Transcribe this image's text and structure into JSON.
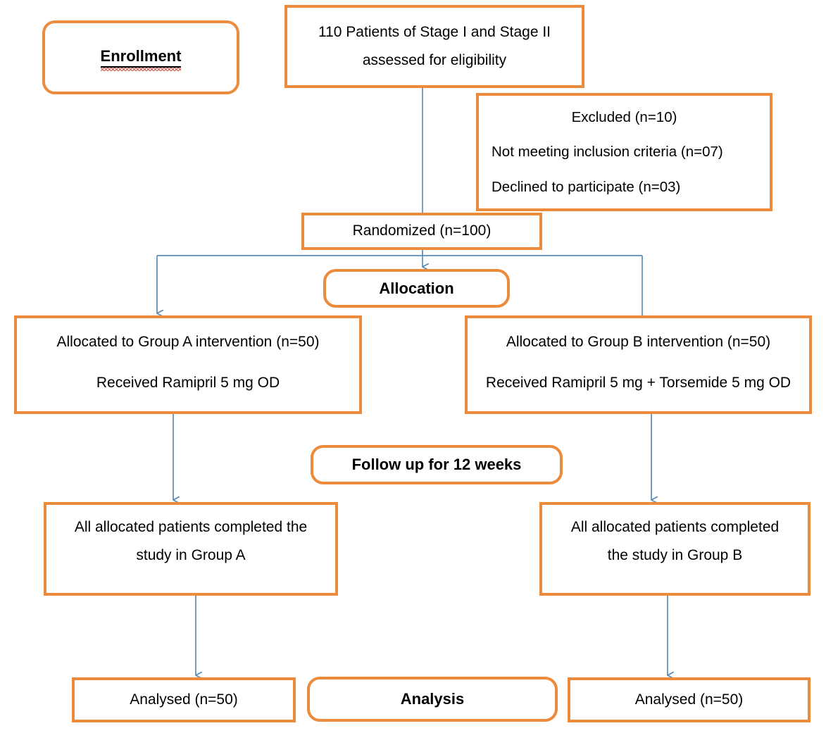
{
  "diagram": {
    "title": "CONSORT participant flow diagram",
    "colors": {
      "box_border": "#ED8B3C",
      "connector": "#5B8CB8",
      "text": "#000000",
      "spellcheck_underline": "#C0392B",
      "background": "#FFFFFF"
    }
  },
  "stages": {
    "enrollment_label": "Enrollment",
    "allocation_label": "Allocation",
    "followup_label": "Follow up for 12 weeks",
    "analysis_label": "Analysis"
  },
  "nodes": {
    "assessed": {
      "lines": [
        "110 Patients of Stage I and Stage II",
        "assessed for eligibility"
      ],
      "count": 110
    },
    "excluded": {
      "heading": "Excluded (n=10)",
      "reasons": [
        "Not meeting inclusion criteria (n=07)",
        "Declined to participate (n=03)"
      ],
      "count": 10
    },
    "randomized": {
      "label": "Randomized (n=100)",
      "count": 100
    },
    "group_a_allocation": {
      "lines": [
        "Allocated to Group A intervention (n=50)",
        "Received Ramipril 5 mg OD"
      ],
      "count": 50
    },
    "group_b_allocation": {
      "lines": [
        "Allocated to Group B intervention (n=50)",
        "Received Ramipril 5 mg + Torsemide 5 mg OD"
      ],
      "count": 50
    },
    "group_a_completed": {
      "lines": [
        "All allocated patients completed the",
        "study in Group A"
      ]
    },
    "group_b_completed": {
      "lines": [
        "All allocated patients completed",
        "the study in Group B"
      ]
    },
    "group_a_analysed": {
      "label": "Analysed (n=50)",
      "count": 50
    },
    "group_b_analysed": {
      "label": "Analysed (n=50)",
      "count": 50
    }
  },
  "chart_data": {
    "type": "diagram",
    "flow": "CONSORT",
    "title": "CONSORT participant flow diagram",
    "steps": [
      {
        "stage": "Enrollment",
        "node": "Assessed for eligibility",
        "n": 110
      },
      {
        "stage": "Enrollment",
        "node": "Excluded",
        "n": 10,
        "breakdown": [
          {
            "reason": "Not meeting inclusion criteria",
            "n": 7
          },
          {
            "reason": "Declined to participate",
            "n": 3
          }
        ]
      },
      {
        "stage": "Enrollment",
        "node": "Randomized",
        "n": 100
      },
      {
        "stage": "Allocation",
        "node": "Group A: Ramipril 5 mg OD",
        "n": 50
      },
      {
        "stage": "Allocation",
        "node": "Group B: Ramipril 5 mg + Torsemide 5 mg OD",
        "n": 50
      },
      {
        "stage": "Follow up for 12 weeks",
        "node": "Group A completed study",
        "n": 50
      },
      {
        "stage": "Follow up for 12 weeks",
        "node": "Group B completed study",
        "n": 50
      },
      {
        "stage": "Analysis",
        "node": "Group A analysed",
        "n": 50
      },
      {
        "stage": "Analysis",
        "node": "Group B analysed",
        "n": 50
      }
    ],
    "edges": [
      {
        "from": "Assessed for eligibility",
        "to": "Randomized"
      },
      {
        "from": "Assessed for eligibility",
        "to": "Excluded"
      },
      {
        "from": "Randomized",
        "to": "Group A: Ramipril 5 mg OD"
      },
      {
        "from": "Randomized",
        "to": "Group B: Ramipril 5 mg + Torsemide 5 mg OD"
      },
      {
        "from": "Group A: Ramipril 5 mg OD",
        "to": "Group A completed study"
      },
      {
        "from": "Group B: Ramipril 5 mg + Torsemide 5 mg OD",
        "to": "Group B completed study"
      },
      {
        "from": "Group A completed study",
        "to": "Group A analysed"
      },
      {
        "from": "Group B completed study",
        "to": "Group B analysed"
      }
    ]
  }
}
